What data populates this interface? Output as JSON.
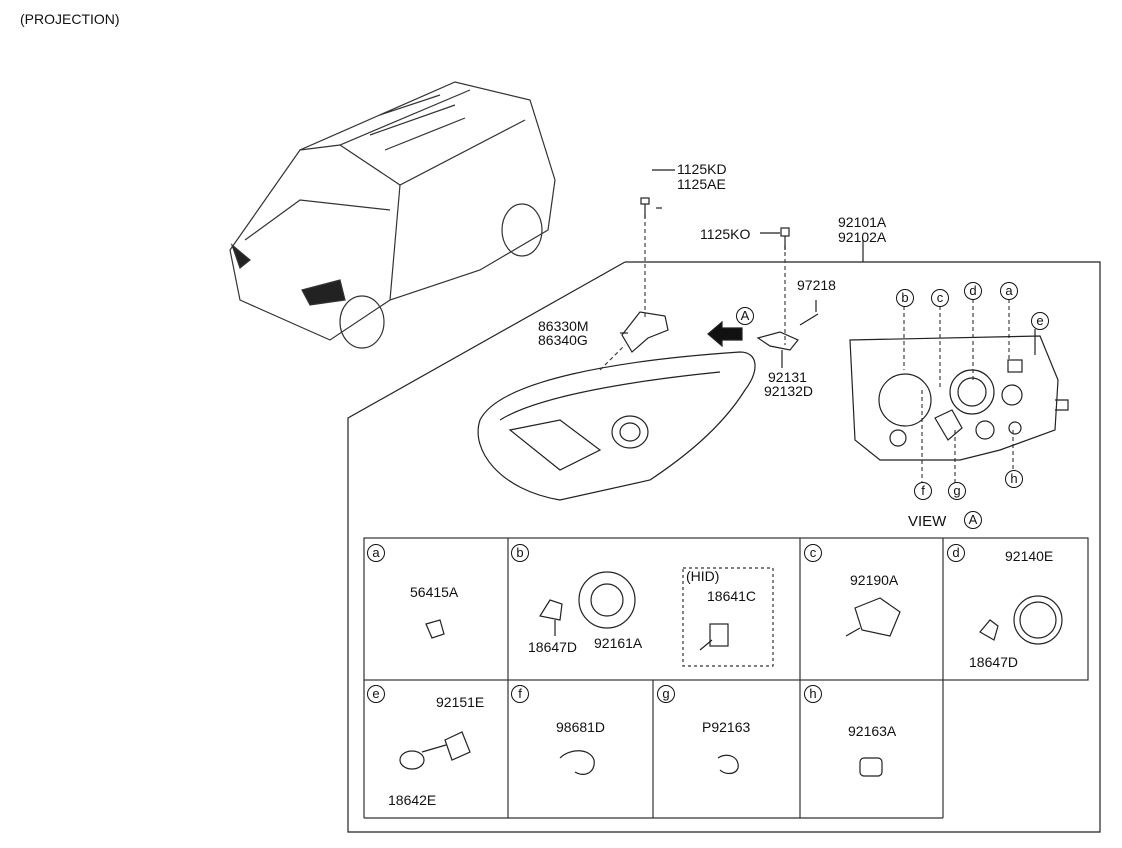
{
  "title": "(PROJECTION)",
  "view_label": "VIEW",
  "view_ref": "A",
  "arrow_ref": "A",
  "parts": {
    "bolt_a": "1125KD",
    "bolt_b": "1125AE",
    "bolt_c": "1125KO",
    "assy_l": "92101A",
    "assy_r": "92102A",
    "screw": "97218",
    "bracket_a": "86330M",
    "bracket_b": "86340G",
    "clip_a": "92131",
    "clip_b": "92132D"
  },
  "callouts": [
    "a",
    "b",
    "c",
    "d",
    "e",
    "f",
    "g",
    "h"
  ],
  "cells": {
    "a": {
      "letter": "a",
      "parts": [
        "56415A"
      ]
    },
    "b": {
      "letter": "b",
      "parts": [
        "18647D",
        "92161A",
        "18641C"
      ],
      "hid": "(HID)"
    },
    "c": {
      "letter": "c",
      "parts": [
        "92190A"
      ]
    },
    "d": {
      "letter": "d",
      "parts": [
        "92140E",
        "18647D"
      ]
    },
    "e": {
      "letter": "e",
      "parts": [
        "92151E",
        "18642E"
      ]
    },
    "f": {
      "letter": "f",
      "parts": [
        "98681D"
      ]
    },
    "g": {
      "letter": "g",
      "parts": [
        "P92163"
      ]
    },
    "h": {
      "letter": "h",
      "parts": [
        "92163A"
      ]
    }
  }
}
